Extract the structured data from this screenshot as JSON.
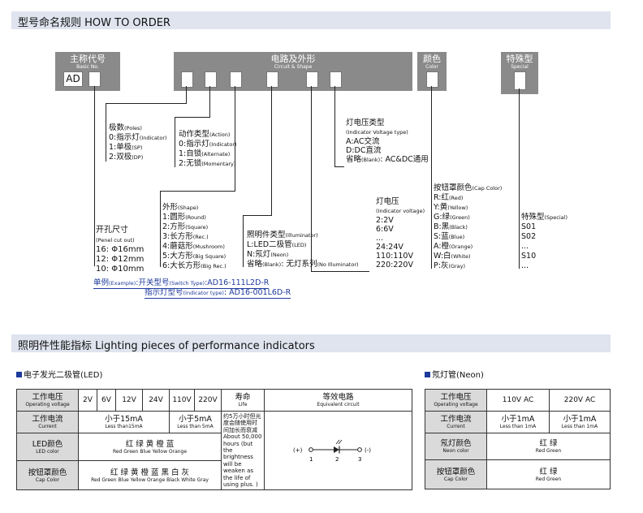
{
  "order_section": {
    "title": "型号命名规则 HOW TO ORDER"
  },
  "blocks": {
    "basic": {
      "cn": "主称代号",
      "en": "Basic No.",
      "box_text": "AD"
    },
    "circuit": {
      "cn": "电路及外形",
      "en": "Circuit & Shape"
    },
    "color": {
      "cn": "颜色",
      "en": "Color"
    },
    "special": {
      "cn": "特殊型",
      "en": "Special"
    }
  },
  "legend": {
    "poles": {
      "title": "极数",
      "title_en": "(Poles)",
      "items": [
        {
          "cn": "0:指示灯",
          "en": "(Indicator)"
        },
        {
          "cn": "1:单极",
          "en": "(SP)"
        },
        {
          "cn": "2:双极",
          "en": "(DP)"
        }
      ]
    },
    "action": {
      "title": "动作类型",
      "title_en": "(Action)",
      "items": [
        {
          "cn": "0:指示灯",
          "en": "(Indicator)"
        },
        {
          "cn": "1:自锁",
          "en": "(Alternate)"
        },
        {
          "cn": "2:无锁",
          "en": "(Momentary)"
        }
      ]
    },
    "shape": {
      "title": "外形",
      "title_en": "(Shape)",
      "items": [
        {
          "cn": "1:圆形",
          "en": "(Round)"
        },
        {
          "cn": "2:方形",
          "en": "(Square)"
        },
        {
          "cn": "3:长方形",
          "en": "(Rec.)"
        },
        {
          "cn": "4:蘑菇形",
          "en": "(Mushroom)"
        },
        {
          "cn": "5:大方形",
          "en": "(Big Square)"
        },
        {
          "cn": "6:大长方形",
          "en": "(Big Rec.)"
        }
      ]
    },
    "panel": {
      "title": "开孔尺寸",
      "title_en": "(Penel cut out)",
      "items": [
        "16: Φ16mm",
        "12: Φ12mm",
        "10: Φ10mm"
      ]
    },
    "illuminator": {
      "title": "照明件类型",
      "title_en": "(Illuminator)",
      "items": [
        {
          "cn": "L:LED二极管",
          "en": "(LED)"
        },
        {
          "cn": "N:氖灯",
          "en": "(Neon)"
        },
        {
          "cn": "省略",
          "en": "(Blank)",
          "tail": ": 无灯系列",
          "tail_en": "(No Illuminator)"
        }
      ]
    },
    "indicator_voltage_type": {
      "title": "灯电压类型",
      "title_en": "(Indicator Voltage type)",
      "items": [
        "A:AC交流",
        "D:DC直流"
      ],
      "blank": {
        "cn": "省略",
        "en": "(Blank)",
        "tail": ": AC&DC通用"
      }
    },
    "indicator_voltage": {
      "title": "灯电压",
      "title_en": "(Indicator voltage)",
      "items": [
        "2:2V",
        "6:6V",
        "...",
        "24:24V",
        "110:110V",
        "220:220V"
      ]
    },
    "cap_color": {
      "title": "按钮罩颜色",
      "title_en": "(Cap Color)",
      "items": [
        {
          "cn": "R:红",
          "en": "(Red)"
        },
        {
          "cn": "Y:黄",
          "en": "(Yellow)"
        },
        {
          "cn": "G:绿",
          "en": "(Green)"
        },
        {
          "cn": "B:黑",
          "en": "(Black)"
        },
        {
          "cn": "S:蓝",
          "en": "(Blue)"
        },
        {
          "cn": "A:橙",
          "en": "(Orange)"
        },
        {
          "cn": "W:白",
          "en": "(White)"
        },
        {
          "cn": "P:灰",
          "en": "(Gray)"
        }
      ]
    },
    "special": {
      "title": "特殊型",
      "title_en": "(Special)",
      "items": [
        "S01",
        "S02",
        "...",
        "S10",
        "..."
      ]
    }
  },
  "examples": {
    "switch": {
      "lead": "单例",
      "lead_en": "(Example)",
      "cn": ":开关型号",
      "en": "(Switch Type)",
      "model": ":AD16-111L2D-R"
    },
    "indicator": {
      "cn": "指示灯型号",
      "en": "(Indicator type)",
      "model": ": AD16-001L6D-R"
    }
  },
  "perf_section": {
    "title": "照明件性能指标 Lighting pieces of performance indicators"
  },
  "led_table": {
    "title": "电子发光二极管(LED)",
    "voltage": {
      "cn": "工作电压",
      "en": "Operating voltage",
      "values": [
        "2V",
        "6V",
        "12V",
        "24V",
        "110V",
        "220V"
      ]
    },
    "life_head": {
      "cn": "寿命",
      "en": "Life"
    },
    "circuit_head": {
      "cn": "等效电路",
      "en": "Equivalent circuit"
    },
    "current": {
      "cn": "工作电流",
      "en": "Current",
      "g1_cn": "小于15mA",
      "g1_en": "Less than15mA",
      "g2_cn": "小于5mA",
      "g2_en": "Less than 5mA"
    },
    "life_text": "约5万小时但光度会随使用时间加长而衰减 About 50,000 hours (but the brightness will be weaken as the life of using plus. )",
    "led_color": {
      "cn": "LED颜色",
      "en": "LED color",
      "values_cn": "红 绿 黄 橙 蓝",
      "values_en": "Red Green Blue Yellow Orange"
    },
    "cap_color": {
      "cn": "按钮罩颜色",
      "en": "Cap Color",
      "values_cn": "红 绿 黄 橙 蓝 黑 白 灰",
      "values_en": "Red Green Blue Yellow Orange Black White Gray"
    },
    "circuit": {
      "plus": "(+)",
      "minus": "(-)",
      "n1": "1",
      "n2": "2",
      "n3": "3"
    }
  },
  "neon_table": {
    "title": "氖灯管(Neon)",
    "voltage": {
      "cn": "工作电压",
      "en": "Operating voltage",
      "values": [
        "110V AC",
        "220V AC"
      ]
    },
    "current": {
      "cn": "工作电流",
      "en": "Current",
      "v1_cn": "小于1mA",
      "v1_en": "Less than 1mA",
      "v2_cn": "小于1mA",
      "v2_en": "Less than 1mA"
    },
    "neon_color": {
      "cn": "氖灯颜色",
      "en": "Neon color",
      "values_cn": "红 绿",
      "values_en": "Red Green"
    },
    "cap_color": {
      "cn": "按钮罩颜色",
      "en": "Cap Color",
      "values_cn": "红 绿",
      "values_en": "Red Green"
    }
  }
}
